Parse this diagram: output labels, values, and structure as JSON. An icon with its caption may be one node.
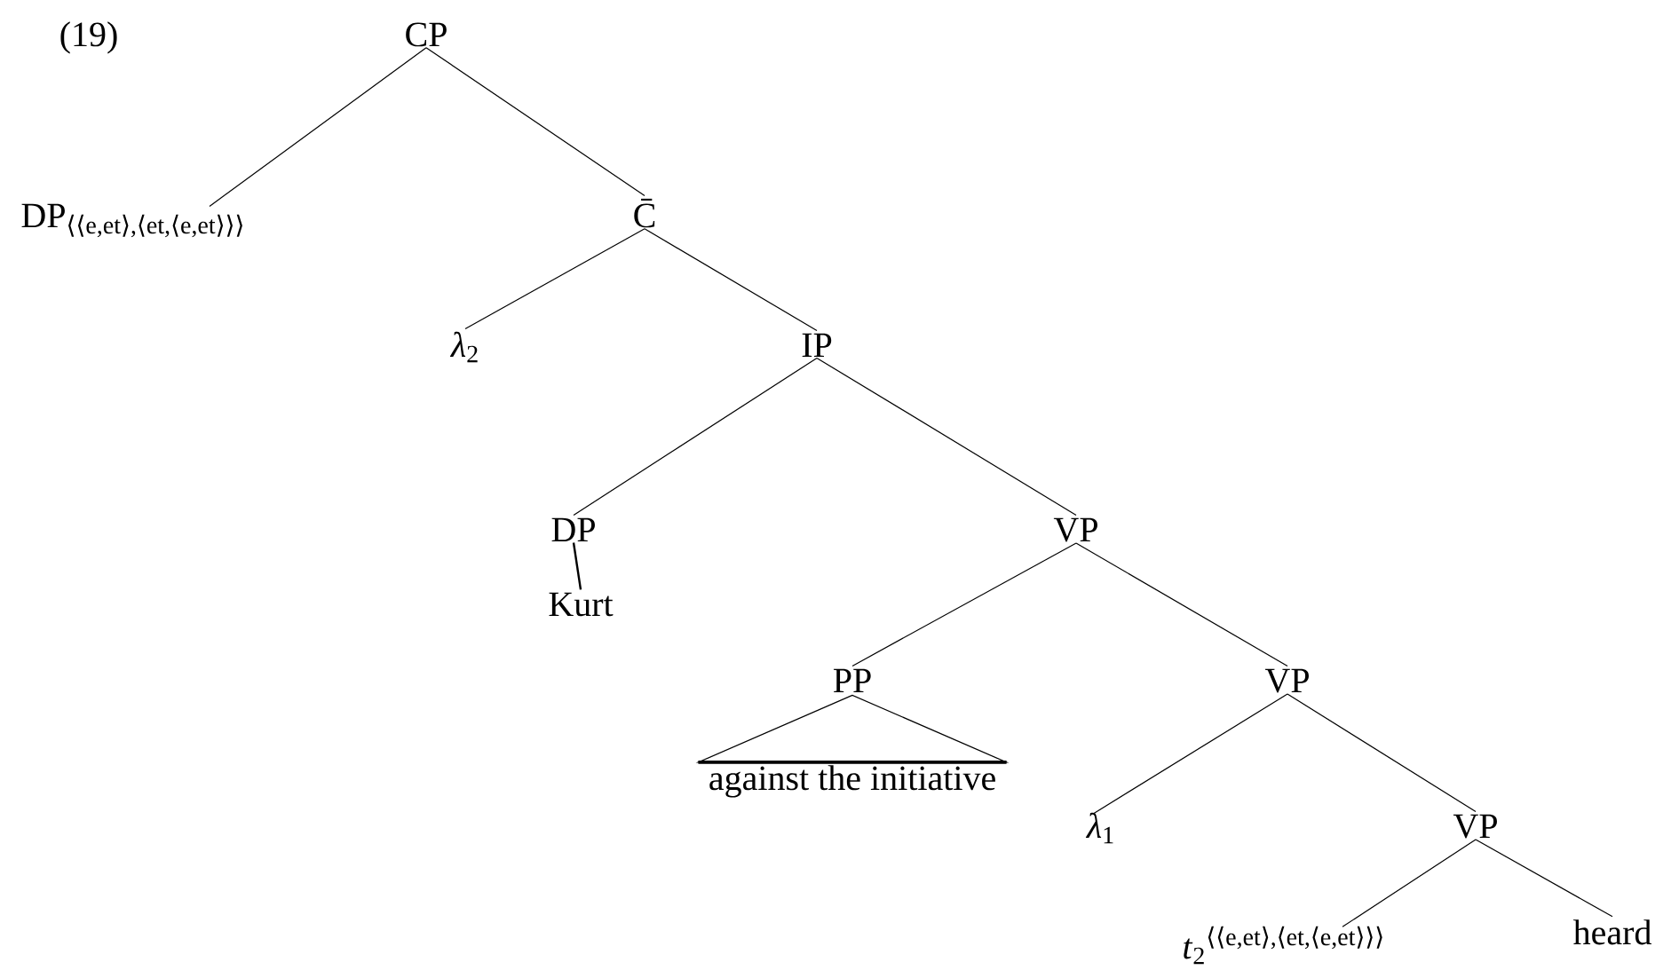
{
  "diagram": {
    "nodes": [
      {
        "text": [
          "CP"
        ]
      },
      {
        "text": [
          "DP$_{⟨⟨e,et⟩,⟨et,⟨e,et⟩⟩⟩}$"
        ]
      },
      {
        "text": [
          "C̄"
        ]
      },
      {
        "text": [
          "*λ*$_{2}$"
        ]
      },
      {
        "text": [
          "IP"
        ]
      },
      {
        "text": [
          "DP"
        ]
      },
      {
        "text": [
          "Kurt"
        ]
      },
      {
        "text": [
          "VP"
        ]
      },
      {
        "text": [
          "PP"
        ]
      },
      {
        "text": [
          "against the initiative"
        ]
      },
      {
        "text": [
          "VP"
        ]
      },
      {
        "text": [
          "*λ*$_{1}$"
        ]
      },
      {
        "text": [
          "VP"
        ]
      },
      {
        "text": [
          "*t*$_{2}$$^{⟨⟨e,et⟩,⟨et,⟨e,et⟩⟩⟩}$"
        ]
      },
      {
        "text": [
          "heard"
        ]
      }
    ],
    "edges": [
      {
        "from": 0,
        "to": 1,
        "arrow": "none"
      },
      {
        "from": 0,
        "to": 2,
        "arrow": "none"
      },
      {
        "from": 2,
        "to": 3,
        "arrow": "none"
      },
      {
        "from": 2,
        "to": 4,
        "arrow": "none"
      },
      {
        "from": 4,
        "to": 5,
        "arrow": "none"
      },
      {
        "from": 5,
        "to": 6,
        "arrow": "none"
      },
      {
        "from": 4,
        "to": 7,
        "arrow": "none"
      },
      {
        "from": 7,
        "to": 8,
        "arrow": "none"
      },
      {
        "from": 8,
        "to": 9,
        "arrow": "none"
      },
      {
        "from": 7,
        "to": 10,
        "arrow": "none"
      },
      {
        "from": 10,
        "to": 11,
        "arrow": "none"
      },
      {
        "from": 10,
        "to": 12,
        "arrow": "none"
      },
      {
        "from": 12,
        "to": 13,
        "arrow": "none"
      },
      {
        "from": 12,
        "to": 14,
        "arrow": "none"
      }
    ],
    "labels": [
      "(19)"
    ]
  }
}
